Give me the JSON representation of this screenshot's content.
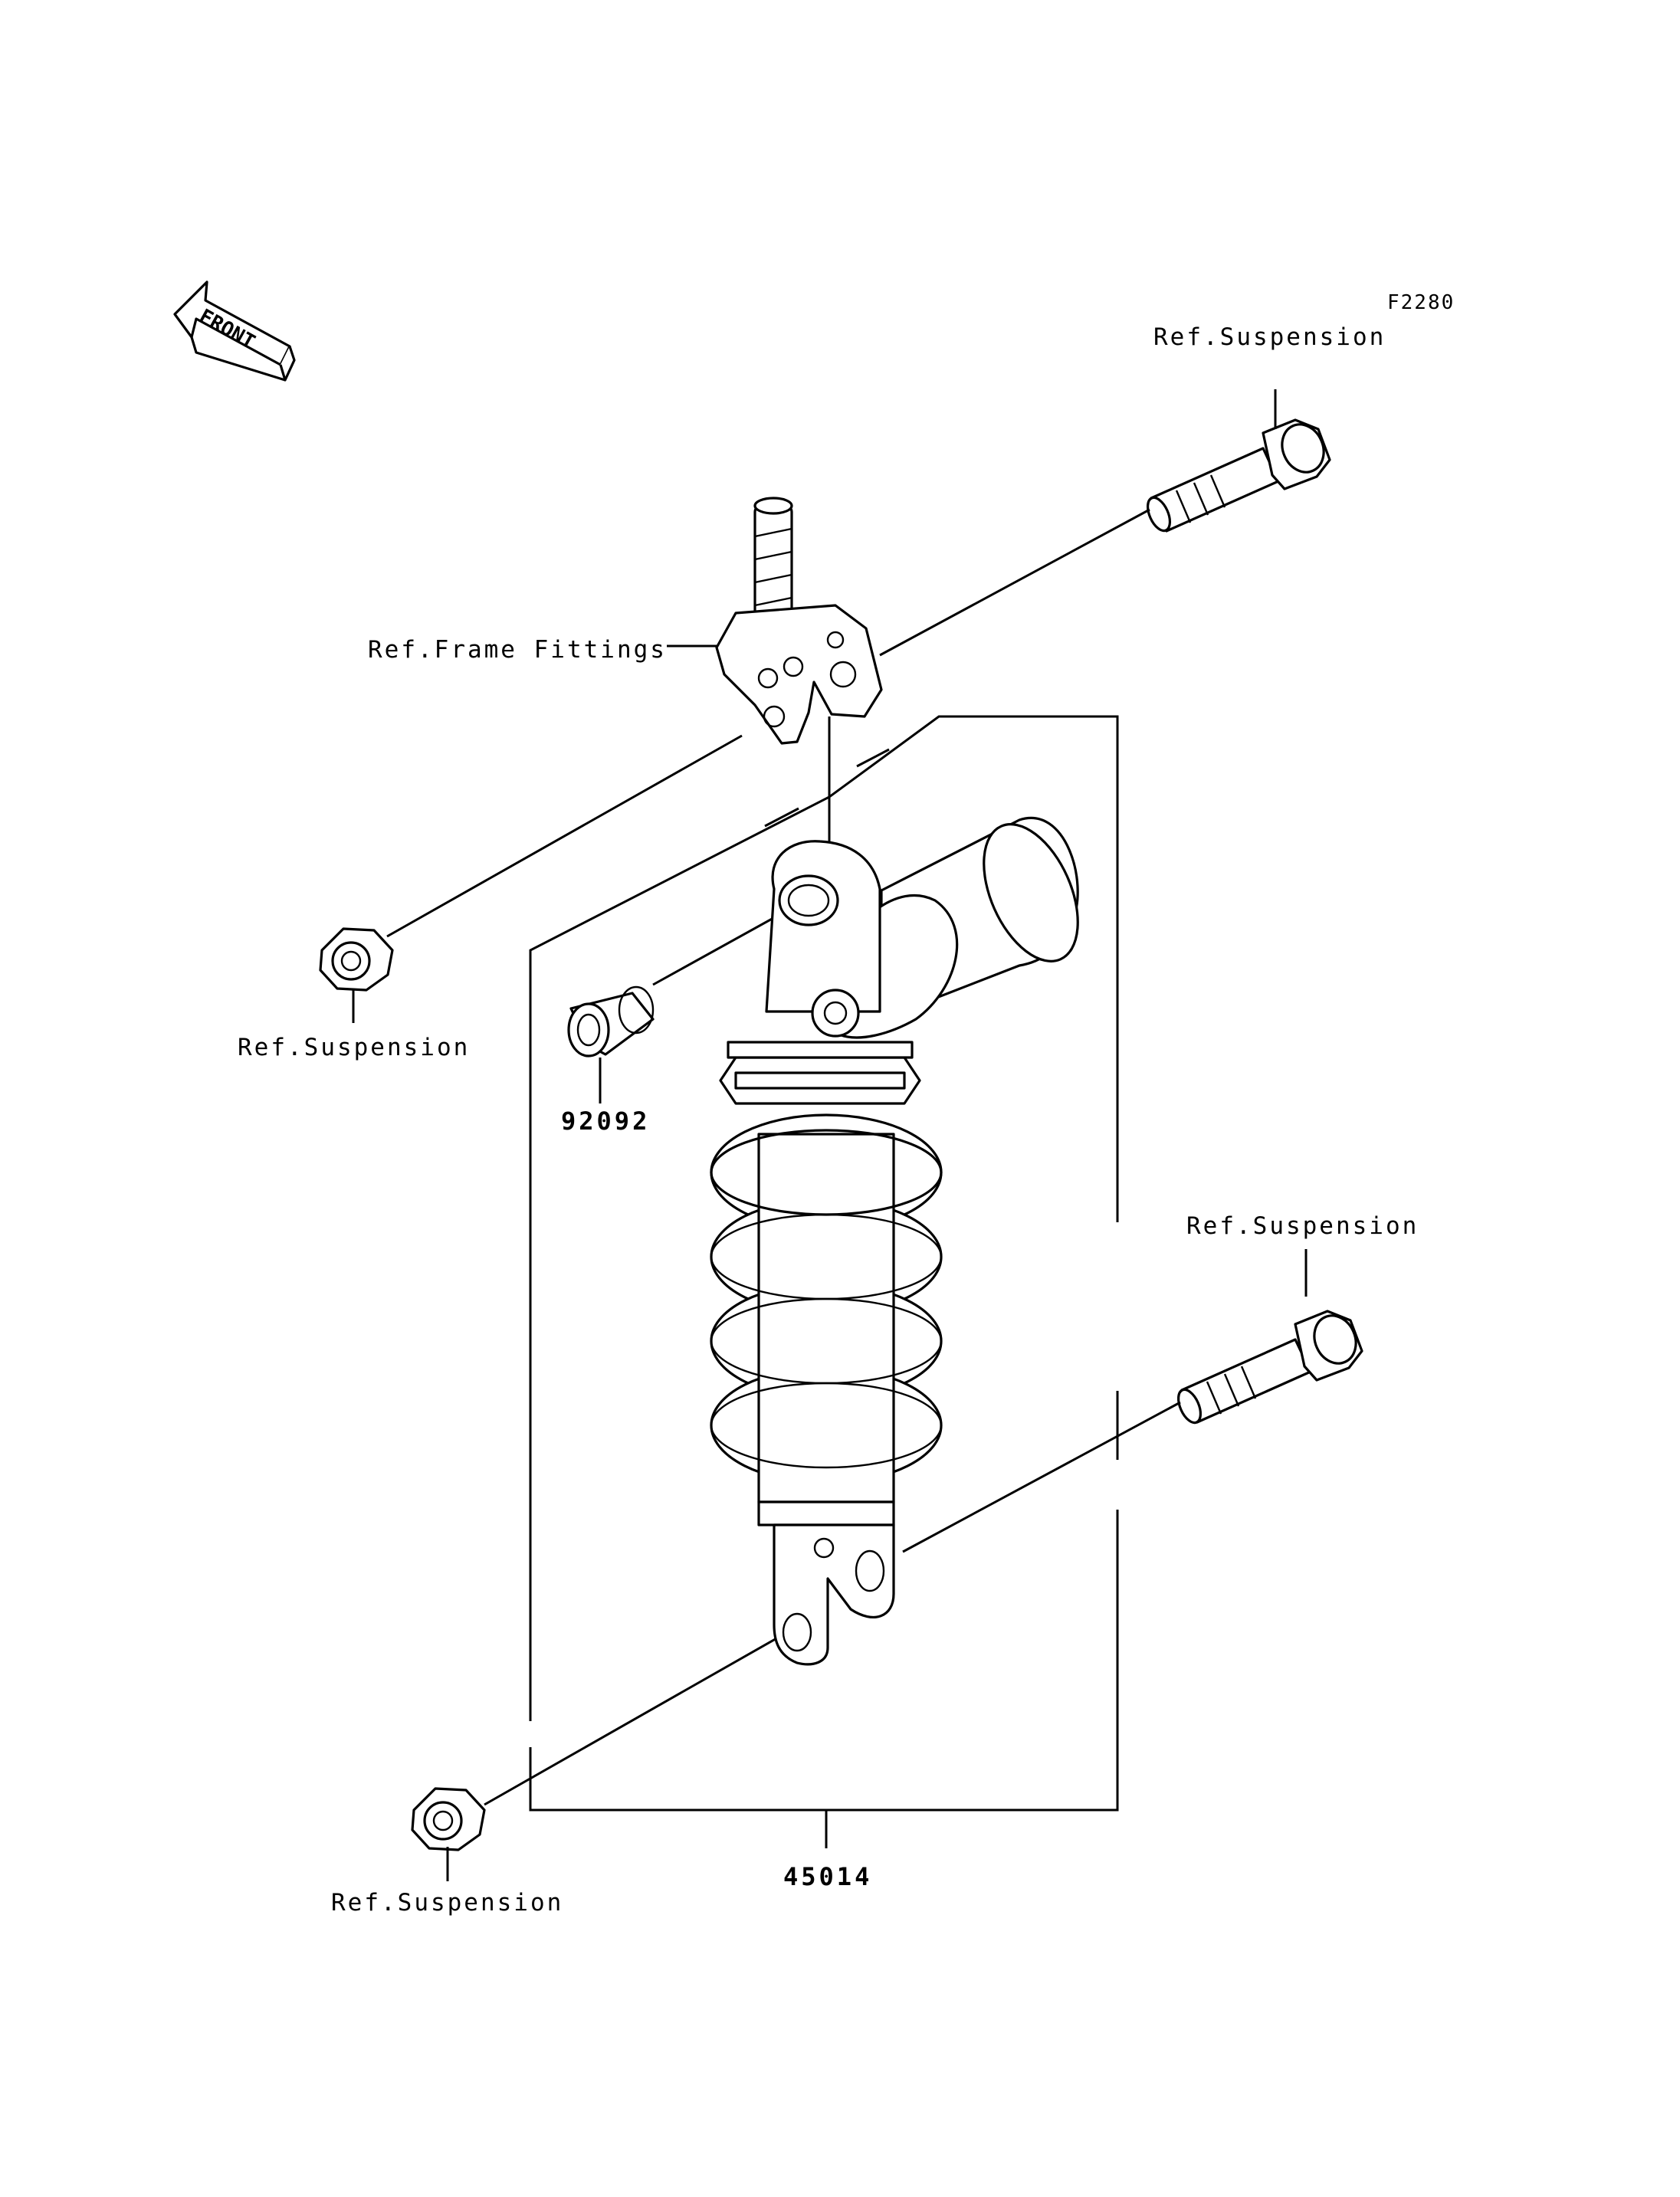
{
  "diagram_code": "F2280",
  "front_arrow_text": "FRONT",
  "labels": {
    "bolt_top": "Ref.Suspension",
    "bolt_bottom": "Ref.Suspension",
    "nut_top": "Ref.Suspension",
    "nut_bottom": "Ref.Suspension",
    "frame_fittings": "Ref.Frame Fittings",
    "collar_part": "92092",
    "shock_part": "45014"
  }
}
